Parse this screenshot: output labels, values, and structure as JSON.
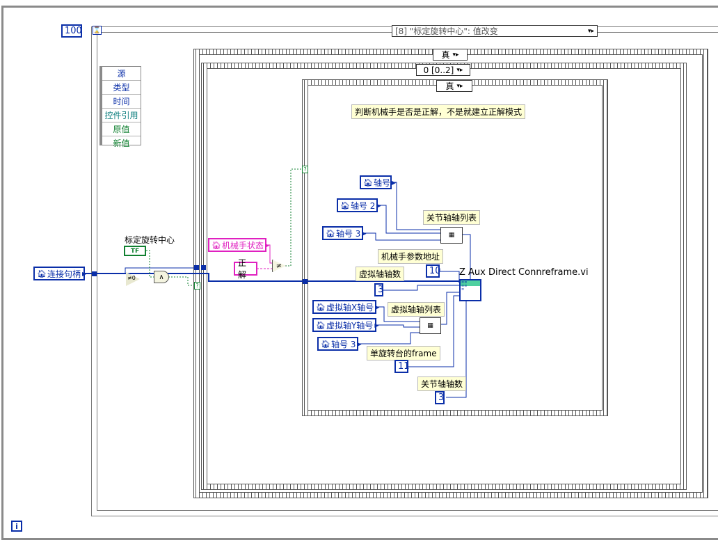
{
  "window": {
    "info_icon": "i"
  },
  "loop": {
    "count_label": "100",
    "stop_icon": "stop-icon"
  },
  "event_selector": {
    "label": "[8] \"标定旋转中心\": 值改变",
    "arrow": "▾▸"
  },
  "event_unbundle": {
    "items": [
      "源",
      "类型",
      "时间",
      "控件引用",
      "原值",
      "新值"
    ]
  },
  "case_true_outer": {
    "label": "真",
    "arrow": "▾▸"
  },
  "sequence": {
    "label": "0 [0..2]",
    "arrow": "▾▸"
  },
  "case_true_inner": {
    "label": "真",
    "arrow": "▾▸"
  },
  "comment": "判断机械手是否是正解，不是就建立正解模式",
  "controls": {
    "conn_handle": "连接句柄",
    "axis_no": "轴号",
    "axis_no_2": "轴号 2",
    "axis_no_3": "轴号 3",
    "robot_state": "机械手状态",
    "virt_axis_x": "虚拟轴X轴号",
    "virt_axis_y": "虚拟轴Y轴号",
    "axis_no_3b": "轴号 3"
  },
  "constants": {
    "forward_solution": "正解",
    "ten": "10",
    "three_a": "3",
    "eleven": "11",
    "three_b": "3",
    "tf": "TF"
  },
  "labels": {
    "calib_center": "标定旋转中心",
    "joint_axis_list": "关节轴轴列表",
    "robot_param_addr": "机械手参数地址",
    "virt_axis_count": "虚拟轴轴数",
    "vi_name": "Z Aux Direct Connreframe.vi",
    "virt_axis_list": "虚拟轴轴列表",
    "single_rotary_frame": "单旋转台的frame",
    "joint_axis_count": "关节轴轴数"
  },
  "colors": {
    "wire_blue": "#0a2ea8",
    "wire_green": "#108030",
    "wire_pink": "#e020c0",
    "comment_bg": "#ffffd4"
  }
}
